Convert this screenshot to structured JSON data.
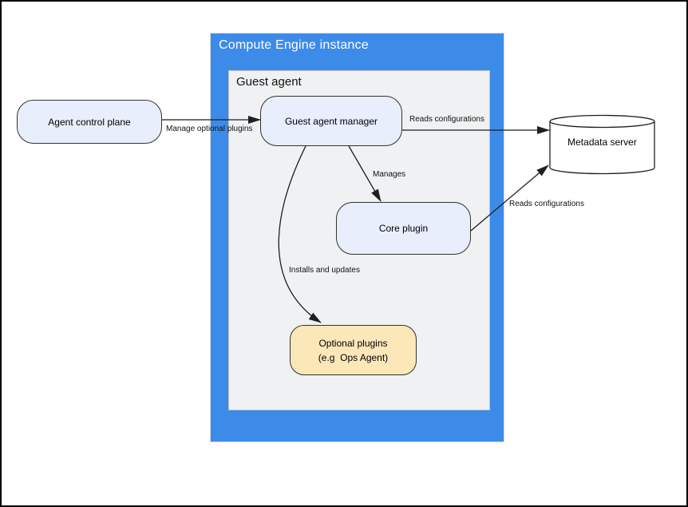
{
  "containers": {
    "compute_engine_instance": {
      "title": "Compute Engine instance",
      "fill": "#3d8be9"
    },
    "guest_agent": {
      "title": "Guest agent",
      "fill": "#f0f1f2"
    }
  },
  "nodes": {
    "agent_control_plane": {
      "label": "Agent control plane",
      "fill": "#e8eefb"
    },
    "guest_agent_manager": {
      "label": "Guest agent manager",
      "fill": "#e8eefb"
    },
    "core_plugin": {
      "label": "Core plugin",
      "fill": "#e8eefb"
    },
    "optional_plugins": {
      "line1": "Optional plugins",
      "line2": "(e.g  Ops Agent)",
      "fill": "#fbe7b8"
    },
    "metadata_server": {
      "label": "Metadata server",
      "shape": "cylinder",
      "fill": "#ffffff"
    }
  },
  "edges": [
    {
      "label": "Manage optional plugins",
      "from": "agent_control_plane",
      "to": "guest_agent_manager"
    },
    {
      "label": "Reads configurations",
      "from": "guest_agent_manager",
      "to": "metadata_server"
    },
    {
      "label": "Manages",
      "from": "guest_agent_manager",
      "to": "core_plugin"
    },
    {
      "label": "Reads configurations",
      "from": "core_plugin",
      "to": "metadata_server"
    },
    {
      "label": "Installs and updates",
      "from": "guest_agent_manager",
      "to": "optional_plugins"
    }
  ],
  "colors": {
    "container_blue": "#3d8be9",
    "container_gray": "#f0f1f2",
    "node_blue": "#e8eefb",
    "node_tan": "#fbe7b8",
    "stroke": "#1f1f1f"
  }
}
